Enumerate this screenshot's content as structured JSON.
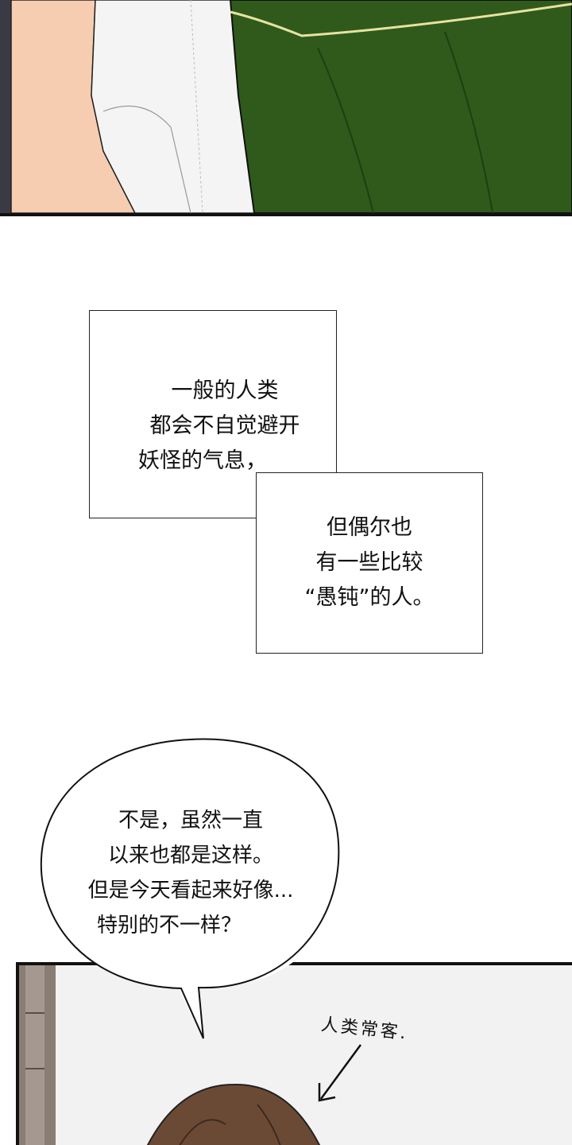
{
  "narration_1": {
    "lines": [
      "一般的人类",
      "都会不自觉避开",
      "妖怪的气息，"
    ]
  },
  "narration_2": {
    "lines": [
      "但偶尔也",
      "有一些比较",
      "“愚钝”的人。"
    ]
  },
  "speech_bubble": {
    "lines": [
      "不是，虽然一直",
      "以来也都是这样。",
      "但是今天看起来好像...",
      "特别的不一样？"
    ]
  },
  "annotation": {
    "text": "人类常客."
  },
  "colors": {
    "robe_green": "#2f5a1c",
    "skin": "#f6cdb0",
    "hair": "#6b4a35",
    "ink": "#111111"
  }
}
